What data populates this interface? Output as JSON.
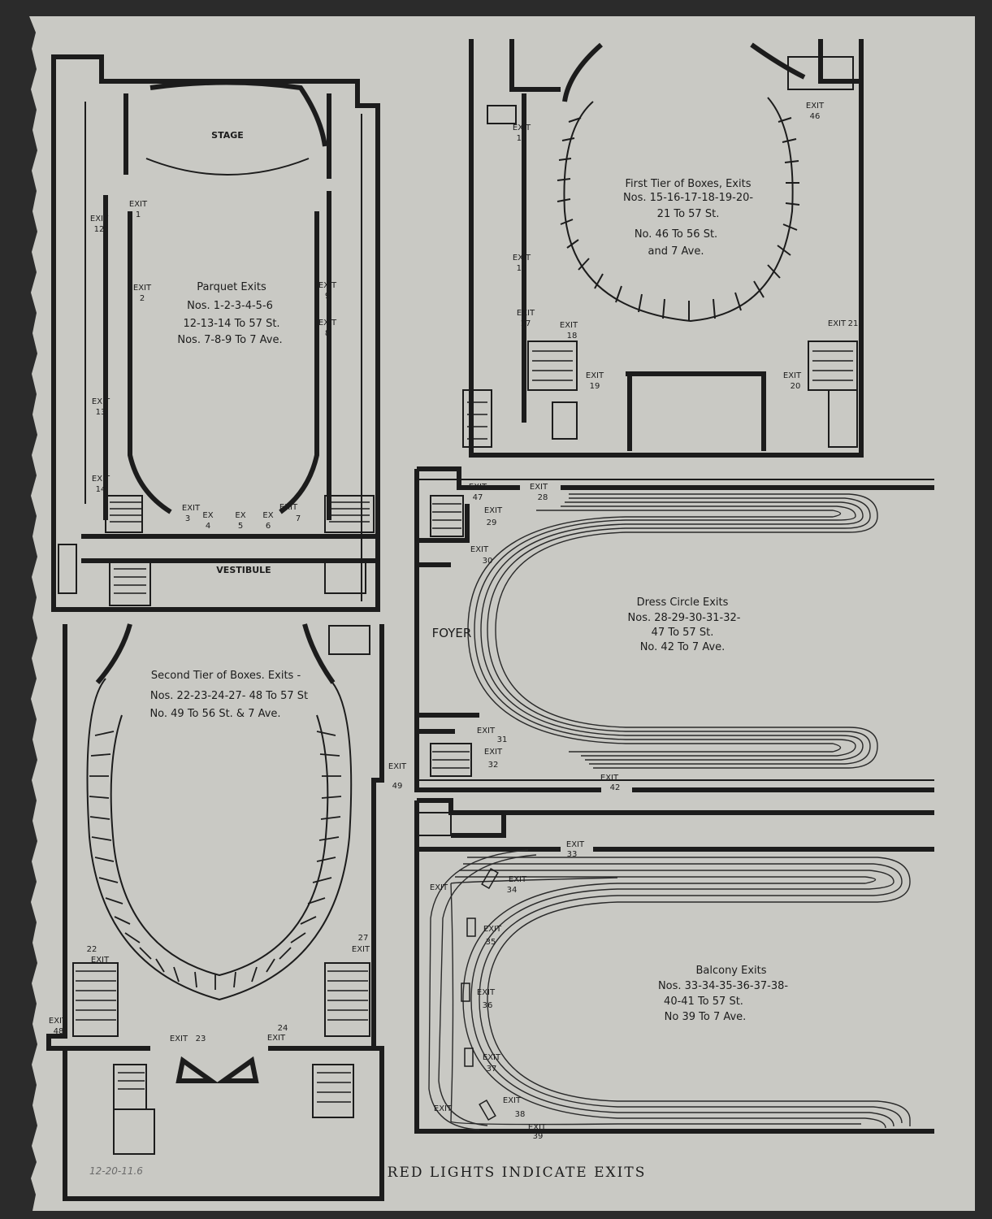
{
  "parquet": {
    "stage_label": "STAGE",
    "vestibule_label": "VESTIBULE",
    "title": "Parquet Exits",
    "lines": [
      "Nos. 1-2-3-4-5-6",
      "12-13-14 To 57 St.",
      "Nos. 7-8-9 To 7 Ave."
    ],
    "exits": [
      {
        "word": "EXIT",
        "num": "1"
      },
      {
        "word": "EXIT",
        "num": "2"
      },
      {
        "word": "EXIT",
        "num": "12"
      },
      {
        "word": "EXIT",
        "num": "13"
      },
      {
        "word": "EXIT",
        "num": "14"
      },
      {
        "word": "EXIT",
        "num": "9"
      },
      {
        "word": "EXIT",
        "num": "8"
      },
      {
        "word": "EXIT",
        "num": "3"
      },
      {
        "word": "EX",
        "num": "4"
      },
      {
        "word": "EX",
        "num": "5"
      },
      {
        "word": "EX",
        "num": "6"
      },
      {
        "word": "EXIT",
        "num": "7"
      }
    ]
  },
  "first_tier": {
    "title": "First Tier of Boxes, Exits",
    "lines": [
      "Nos. 15-16-17-18-19-20-",
      "21 To 57 St.",
      "No. 46 To 56 St.",
      "and 7 Ave."
    ],
    "exits": [
      {
        "word": "EXIT",
        "num": "15"
      },
      {
        "word": "EXIT",
        "num": "16"
      },
      {
        "word": "EXIT",
        "num": "17"
      },
      {
        "word": "EXIT",
        "num": "18"
      },
      {
        "word": "EXIT",
        "num": "19"
      },
      {
        "word": "EXIT",
        "num": "46"
      },
      {
        "word": "EXIT",
        "num": "21"
      },
      {
        "word": "EXIT",
        "num": "20"
      }
    ]
  },
  "dress_circle": {
    "title": "Dress Circle Exits",
    "lines": [
      "Nos. 28-29-30-31-32-",
      "47 To 57 St.",
      "No. 42 To 7 Ave."
    ],
    "foyer_label": "FOYER",
    "exits": [
      {
        "word": "EXIT",
        "num": "47"
      },
      {
        "word": "EXIT",
        "num": "28"
      },
      {
        "word": "EXIT",
        "num": "29"
      },
      {
        "word": "EXIT",
        "num": "30"
      },
      {
        "word": "EXIT",
        "num": "31"
      },
      {
        "word": "EXIT",
        "num": "32"
      },
      {
        "word": "EXIT",
        "num": "42"
      }
    ]
  },
  "second_tier": {
    "title": "Second Tier of Boxes. Exits -",
    "lines": [
      "Nos. 22-23-24-27- 48 To 57 St",
      "No. 49 To 56 St. & 7 Ave."
    ],
    "exits": [
      {
        "word": "EXIT",
        "num": "49"
      },
      {
        "word": "EXIT",
        "num": "22"
      },
      {
        "word": "EXIT",
        "num": "27"
      },
      {
        "word": "EXIT",
        "num": "48"
      },
      {
        "word": "EXIT",
        "num": "23"
      },
      {
        "word": "EXIT",
        "num": "24"
      }
    ]
  },
  "balcony": {
    "title": "Balcony Exits",
    "lines": [
      "Nos. 33-34-35-36-37-38-",
      "40-41 To 57 St.",
      "No 39 To 7 Ave."
    ],
    "exits": [
      {
        "word": "EXIT",
        "num": "33"
      },
      {
        "word": "EXIT",
        "num": "34"
      },
      {
        "word": "EXIT",
        "num": "35"
      },
      {
        "word": "EXIT",
        "num": "36"
      },
      {
        "word": "EXIT",
        "num": "37"
      },
      {
        "word": "EXIT",
        "num": "38"
      },
      {
        "word": "EXIT",
        "num": "39"
      },
      {
        "word": "EXIT",
        "num": ""
      },
      {
        "word": "EXIT",
        "num": ""
      }
    ]
  },
  "footer": "RED LIGHTS INDICATE EXITS",
  "pencil_note": "12-20-11.6",
  "colors": {
    "paper": "#c9c9c4",
    "ink": "#1c1c1c",
    "background": "#2b2b2b"
  }
}
